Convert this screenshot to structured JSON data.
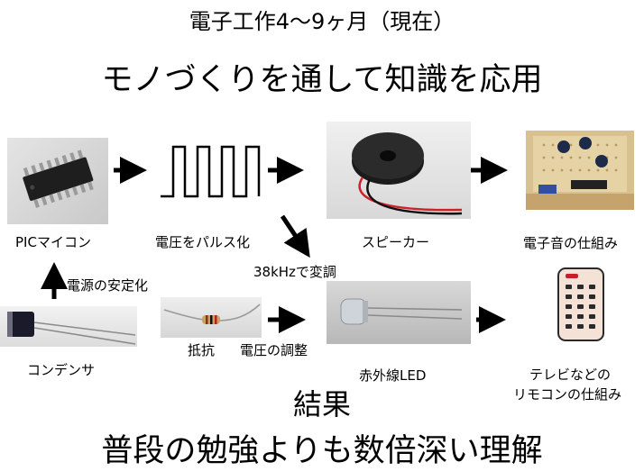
{
  "header": {
    "subtitle": "電子工作4〜9ヶ月（現在）",
    "title": "モノづくりを通して知識を応用"
  },
  "labels": {
    "pic": "PICマイコン",
    "pulse": "電圧をパルス化",
    "speaker": "スピーカー",
    "sound": "電子音の仕組み",
    "freq": "38kHzで変調",
    "power": "電源の安定化",
    "capacitor": "コンデンサ",
    "resistor": "抵抗",
    "adjust": "電圧の調整",
    "led": "赤外線LED",
    "remote_line1": "テレビなどの",
    "remote_line2": "リモコンの仕組み"
  },
  "result": {
    "heading": "結果",
    "conclusion": "普段の勉強よりも数倍深い理解"
  },
  "colors": {
    "text": "#000000",
    "arrow": "#000000",
    "speaker_wire_red": "#d0202a",
    "remote_body": "#f3e2d5",
    "remote_button_red": "#c81e2a",
    "remote_button_dark": "#2a2a2a"
  }
}
